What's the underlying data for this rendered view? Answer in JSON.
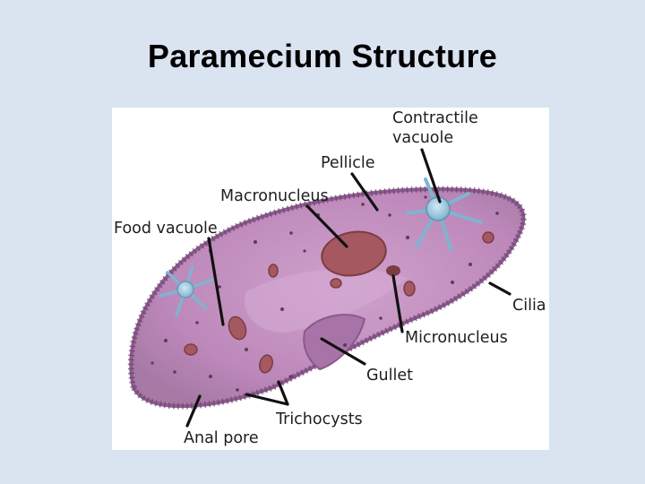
{
  "slide": {
    "title": "Paramecium Structure"
  },
  "diagram": {
    "colors": {
      "background": "#dae3f0",
      "cell_body": "#bd88ba",
      "pellicle": "#8c5a8d",
      "macronucleus": "#a5585f",
      "contractile_vacuole": "#8fbfd6",
      "label_text": "#1e1e1e"
    },
    "labels": {
      "contractile_vacuole_line1": "Contractile",
      "contractile_vacuole_line2": "vacuole",
      "pellicle": "Pellicle",
      "macronucleus": "Macronucleus",
      "food_vacuole": "Food vacuole",
      "cilia": "Cilia",
      "micronucleus": "Micronucleus",
      "gullet": "Gullet",
      "trichocysts": "Trichocysts",
      "anal_pore": "Anal pore"
    }
  }
}
